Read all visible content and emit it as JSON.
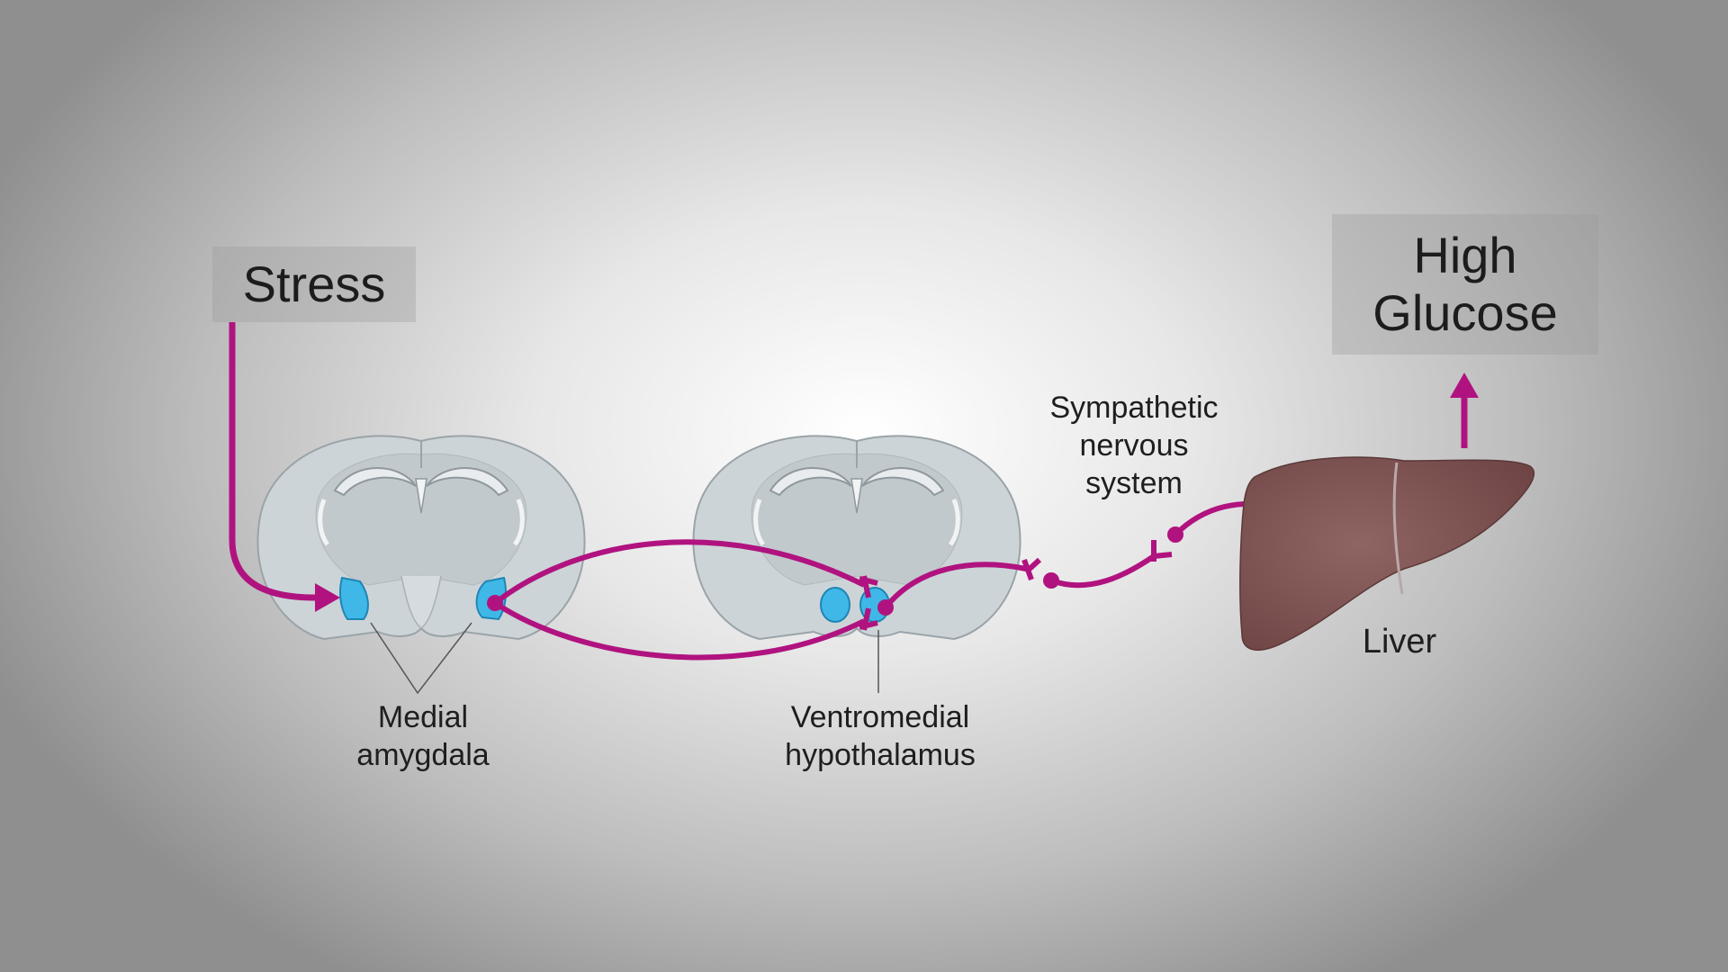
{
  "boxes": {
    "stress": "Stress",
    "glucose_line1": "High",
    "glucose_line2": "Glucose"
  },
  "labels": {
    "amygdala_line1": "Medial",
    "amygdala_line2": "amygdala",
    "vmh_line1": "Ventromedial",
    "vmh_line2": "hypothalamus",
    "sns_line1": "Sympathetic",
    "sns_line2": "nervous",
    "sns_line3": "system",
    "liver": "Liver"
  },
  "icons": [
    "brain-section-icon",
    "liver-icon",
    "arrow-up-icon",
    "arrow-right-icon"
  ],
  "colors": {
    "pathway": "#b0137f",
    "nucleus": "#3fb8e8",
    "brain_fill": "#cbd2d6",
    "liver_fill": "#8a5a59",
    "text": "#1e1e1e"
  }
}
